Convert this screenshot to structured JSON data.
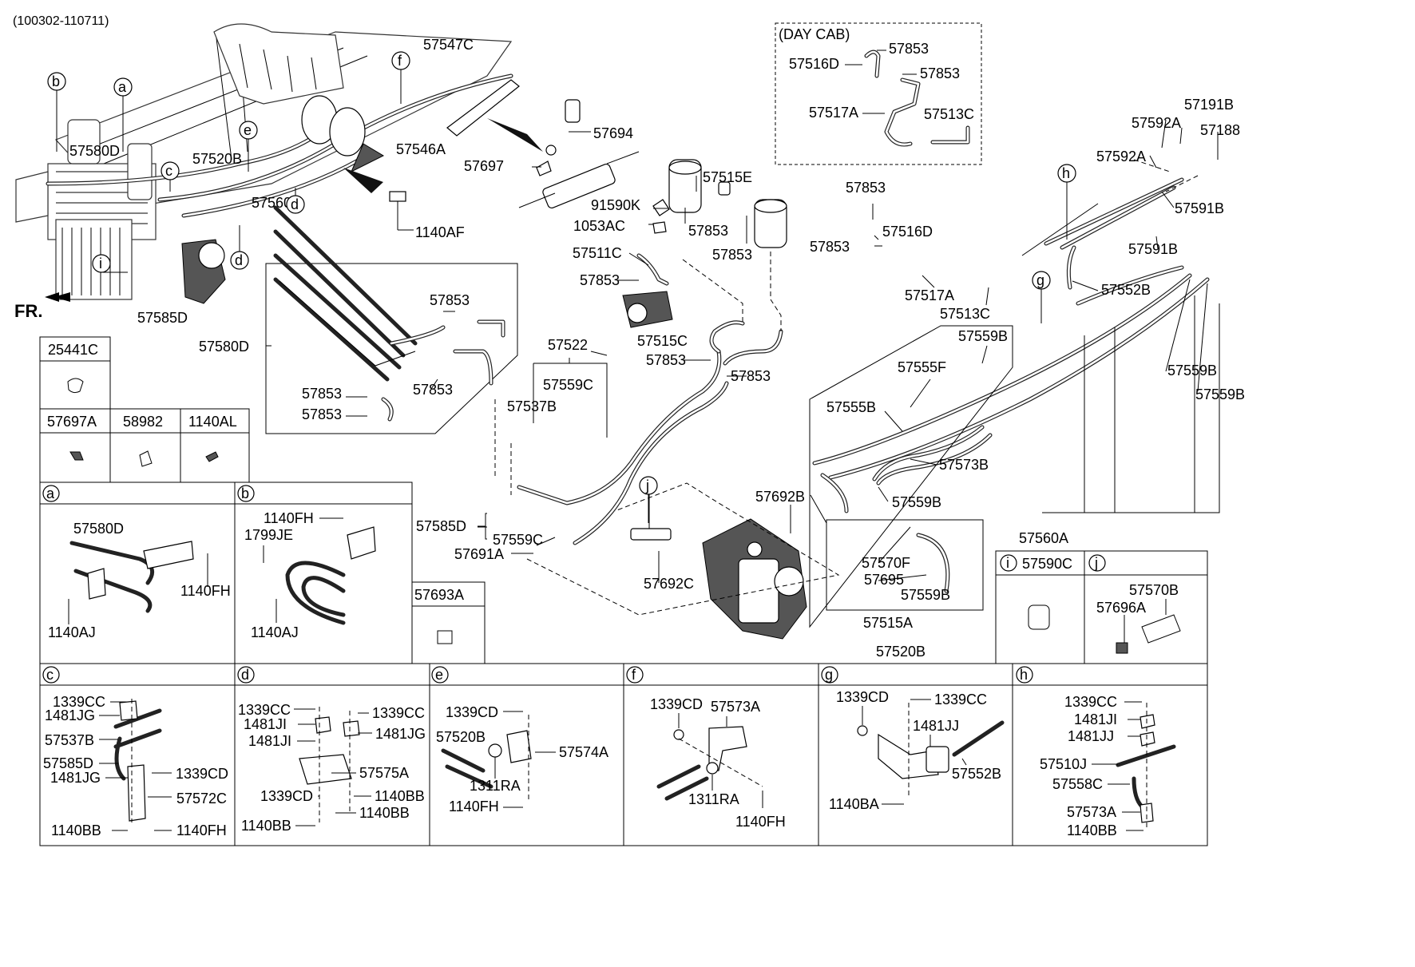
{
  "header": {
    "code": "(100302-110711)"
  },
  "direction": {
    "front_label": "FR."
  },
  "day_cab": {
    "title": "(DAY CAB)",
    "labels": [
      "57853",
      "57516D",
      "57853",
      "57517A",
      "57513C"
    ]
  },
  "main_labels": [
    "57580D",
    "57585D",
    "57520B",
    "57560A",
    "57547C",
    "57546A",
    "57694",
    "57697",
    "1140AF",
    "57515E",
    "91590K",
    "1053AC",
    "57853",
    "57853",
    "57511C",
    "57853",
    "57853",
    "57516D",
    "57853",
    "57517A",
    "57513C",
    "57191B",
    "57592A",
    "57188",
    "57592A",
    "57591B",
    "57591B",
    "57552B",
    "57580D",
    "57853",
    "57853",
    "57853",
    "57853",
    "57522",
    "57559C",
    "57537B",
    "57515C",
    "57853",
    "57853",
    "57559B",
    "57555F",
    "57555B",
    "57573B",
    "57559B",
    "57559B",
    "57559B",
    "57585D",
    "57559C",
    "57691A",
    "57692C",
    "57692B",
    "57560A",
    "57570F",
    "57695",
    "57559B",
    "57515A",
    "57520B"
  ],
  "bubbles": [
    "b",
    "a",
    "f",
    "e",
    "c",
    "d",
    "d",
    "i",
    "j",
    "g",
    "h"
  ],
  "parts_table": {
    "row1": [
      {
        "code": "25441C"
      }
    ],
    "row2": [
      {
        "code": "57697A"
      },
      {
        "code": "58982"
      },
      {
        "code": "1140AL"
      }
    ],
    "standalone": {
      "code": "57693A"
    }
  },
  "panels_ij": {
    "i": {
      "letter": "i",
      "code": "57590C"
    },
    "j": {
      "letter": "j",
      "labels": [
        "57570B",
        "57696A"
      ]
    }
  },
  "detail_panels": {
    "a": {
      "letter": "a",
      "labels": [
        "57580D",
        "1140FH",
        "1140AJ"
      ]
    },
    "b": {
      "letter": "b",
      "labels": [
        "1140FH",
        "1799JE",
        "1140AJ"
      ]
    },
    "c": {
      "letter": "c",
      "labels": [
        "1339CC",
        "1481JG",
        "57537B",
        "57585D",
        "1481JG",
        "1339CD",
        "57572C",
        "1140BB",
        "1140FH"
      ]
    },
    "d": {
      "letter": "d",
      "labels": [
        "1339CC",
        "1339CC",
        "1481JI",
        "1481JG",
        "1481JI",
        "57575A",
        "1339CD",
        "1140BB",
        "1140BB",
        "1140BB"
      ]
    },
    "e": {
      "letter": "e",
      "labels": [
        "1339CD",
        "57520B",
        "57574A",
        "1311RA",
        "1140FH"
      ]
    },
    "f": {
      "letter": "f",
      "labels": [
        "1339CD",
        "57573A",
        "1311RA",
        "1140FH"
      ]
    },
    "g": {
      "letter": "g",
      "labels": [
        "1339CD",
        "1339CC",
        "1481JJ",
        "57552B",
        "1140BA"
      ]
    },
    "h": {
      "letter": "h",
      "labels": [
        "1339CC",
        "1481JI",
        "1481JJ",
        "57510J",
        "57558C",
        "57573A",
        "1140BB"
      ]
    }
  }
}
